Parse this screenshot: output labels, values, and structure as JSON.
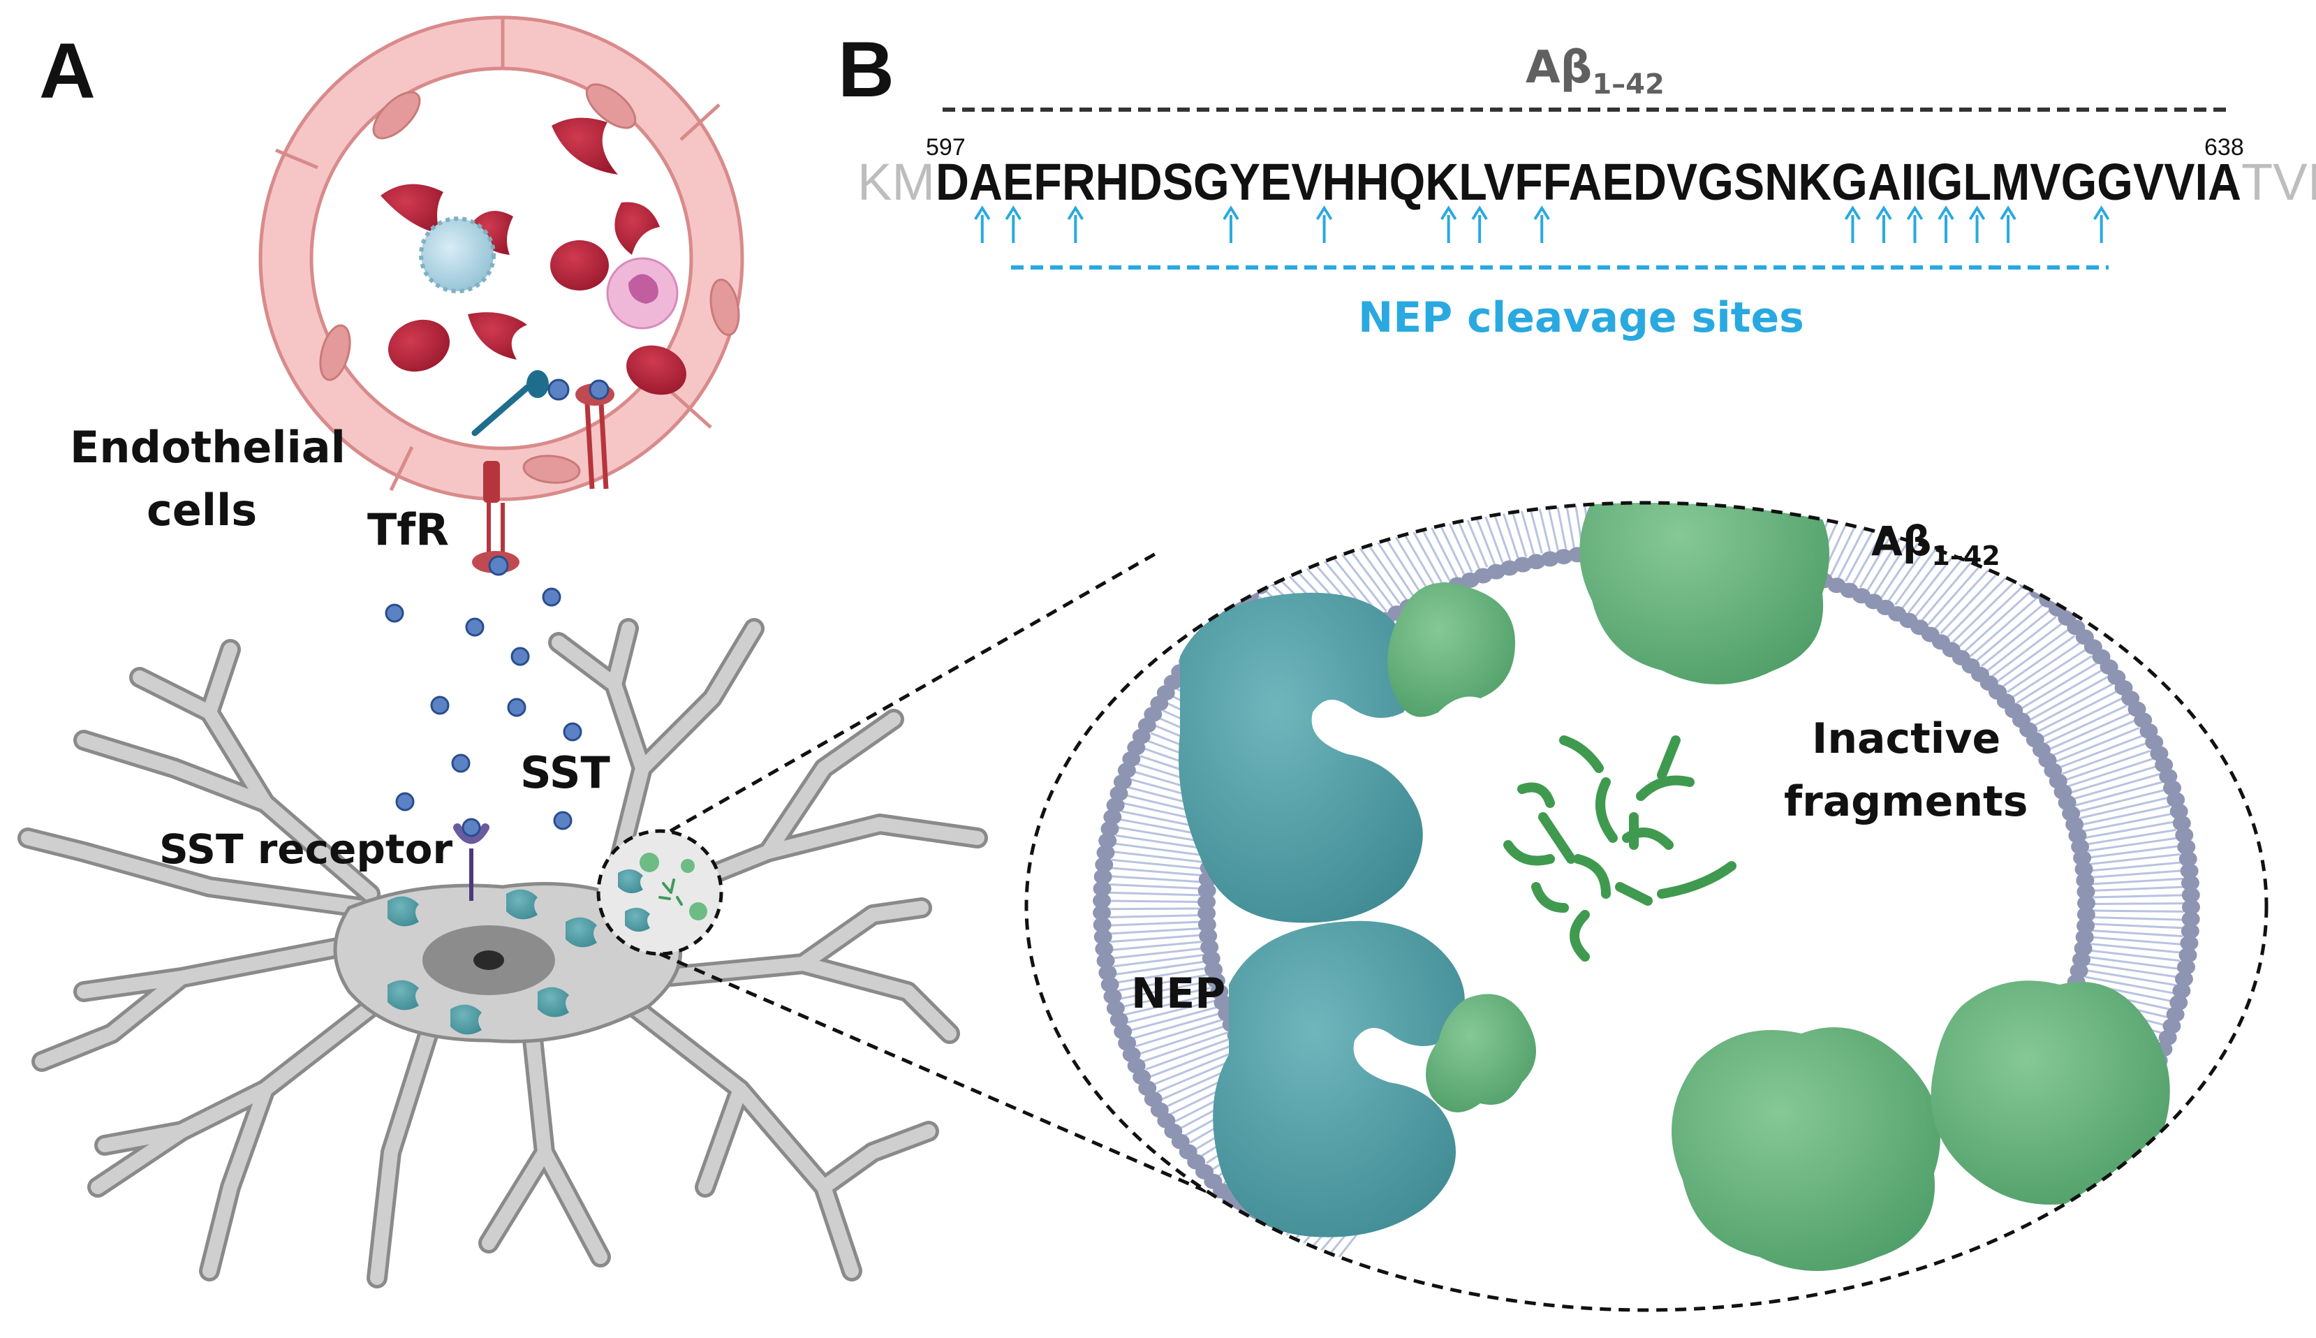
{
  "panels": {
    "a": "A",
    "b": "B"
  },
  "panel_a": {
    "endothelial_label_line1": "Endothelial",
    "endothelial_label_line2": "cells",
    "tfr_label": "TfR",
    "sst_label": "SST",
    "sst_receptor_label": "SST receptor"
  },
  "panel_b": {
    "abeta_header": "Aβ",
    "abeta_header_sub": "1–42",
    "sequence_prefix": "KM",
    "sequence": "DAEFRHDSGYEVHHQKLVFFAEDVGSNKGAIIGLMVGGVVIA",
    "sequence_suffix": "TVI",
    "start_residue": "597",
    "end_residue": "638",
    "cleavage_label": "NEP cleavage sites",
    "cleavage_after_positions": [
      2,
      3,
      5,
      10,
      13,
      17,
      18,
      20,
      30,
      31,
      32,
      33,
      34,
      35,
      38
    ],
    "zoom": {
      "abeta_label": "Aβ",
      "abeta_label_sub": "1–42",
      "inactive_line1": "Inactive",
      "inactive_line2": "fragments",
      "nep_label": "NEP"
    }
  },
  "colors": {
    "cleavage_blue": "#29a9e0",
    "vessel_wall": "#f2b6b6",
    "red_blood_cell": "#b5243a",
    "nep_teal": "#4f9ea6",
    "abeta_green": "#5fb07a",
    "neuron_grey": "#c9c9c9",
    "membrane_bead": "#8e95b3"
  }
}
